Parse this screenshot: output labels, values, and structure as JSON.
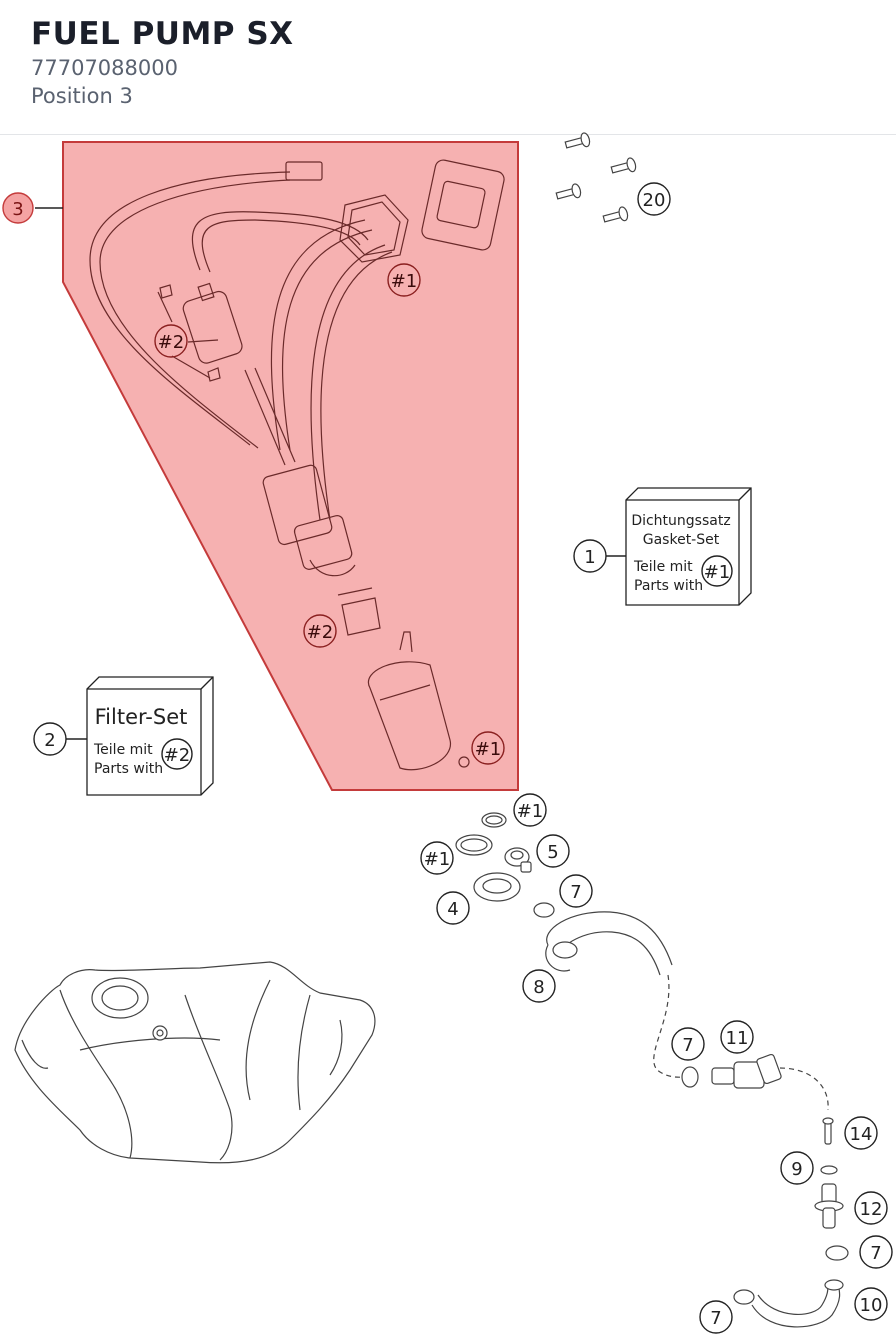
{
  "header": {
    "title": "FUEL PUMP SX",
    "part_number": "77707088000",
    "position": "Position 3"
  },
  "colors": {
    "highlight_fill": "#f4a3a3",
    "highlight_stroke": "#c43b3b",
    "line": "#222222"
  },
  "callouts": {
    "main": "3",
    "c1": "1",
    "c2": "2",
    "c4": "4",
    "c5": "5",
    "c7a": "7",
    "c7b": "7",
    "c7c": "7",
    "c7d": "7",
    "c8": "8",
    "c9": "9",
    "c10": "10",
    "c11": "11",
    "c12": "12",
    "c14": "14",
    "c20": "20",
    "h1a": "#1",
    "h1b": "#1",
    "h1c": "#1",
    "h1d": "#1",
    "h1e": "#1",
    "h2a": "#2",
    "h2b": "#2",
    "h2c": "#2"
  },
  "gasket_box": {
    "line1": "Dichtungssatz",
    "line2": "Gasket-Set",
    "teile": "Teile mit",
    "parts": "Parts with"
  },
  "filter_box": {
    "title": "Filter-Set",
    "teile": "Teile mit",
    "parts": "Parts with"
  }
}
